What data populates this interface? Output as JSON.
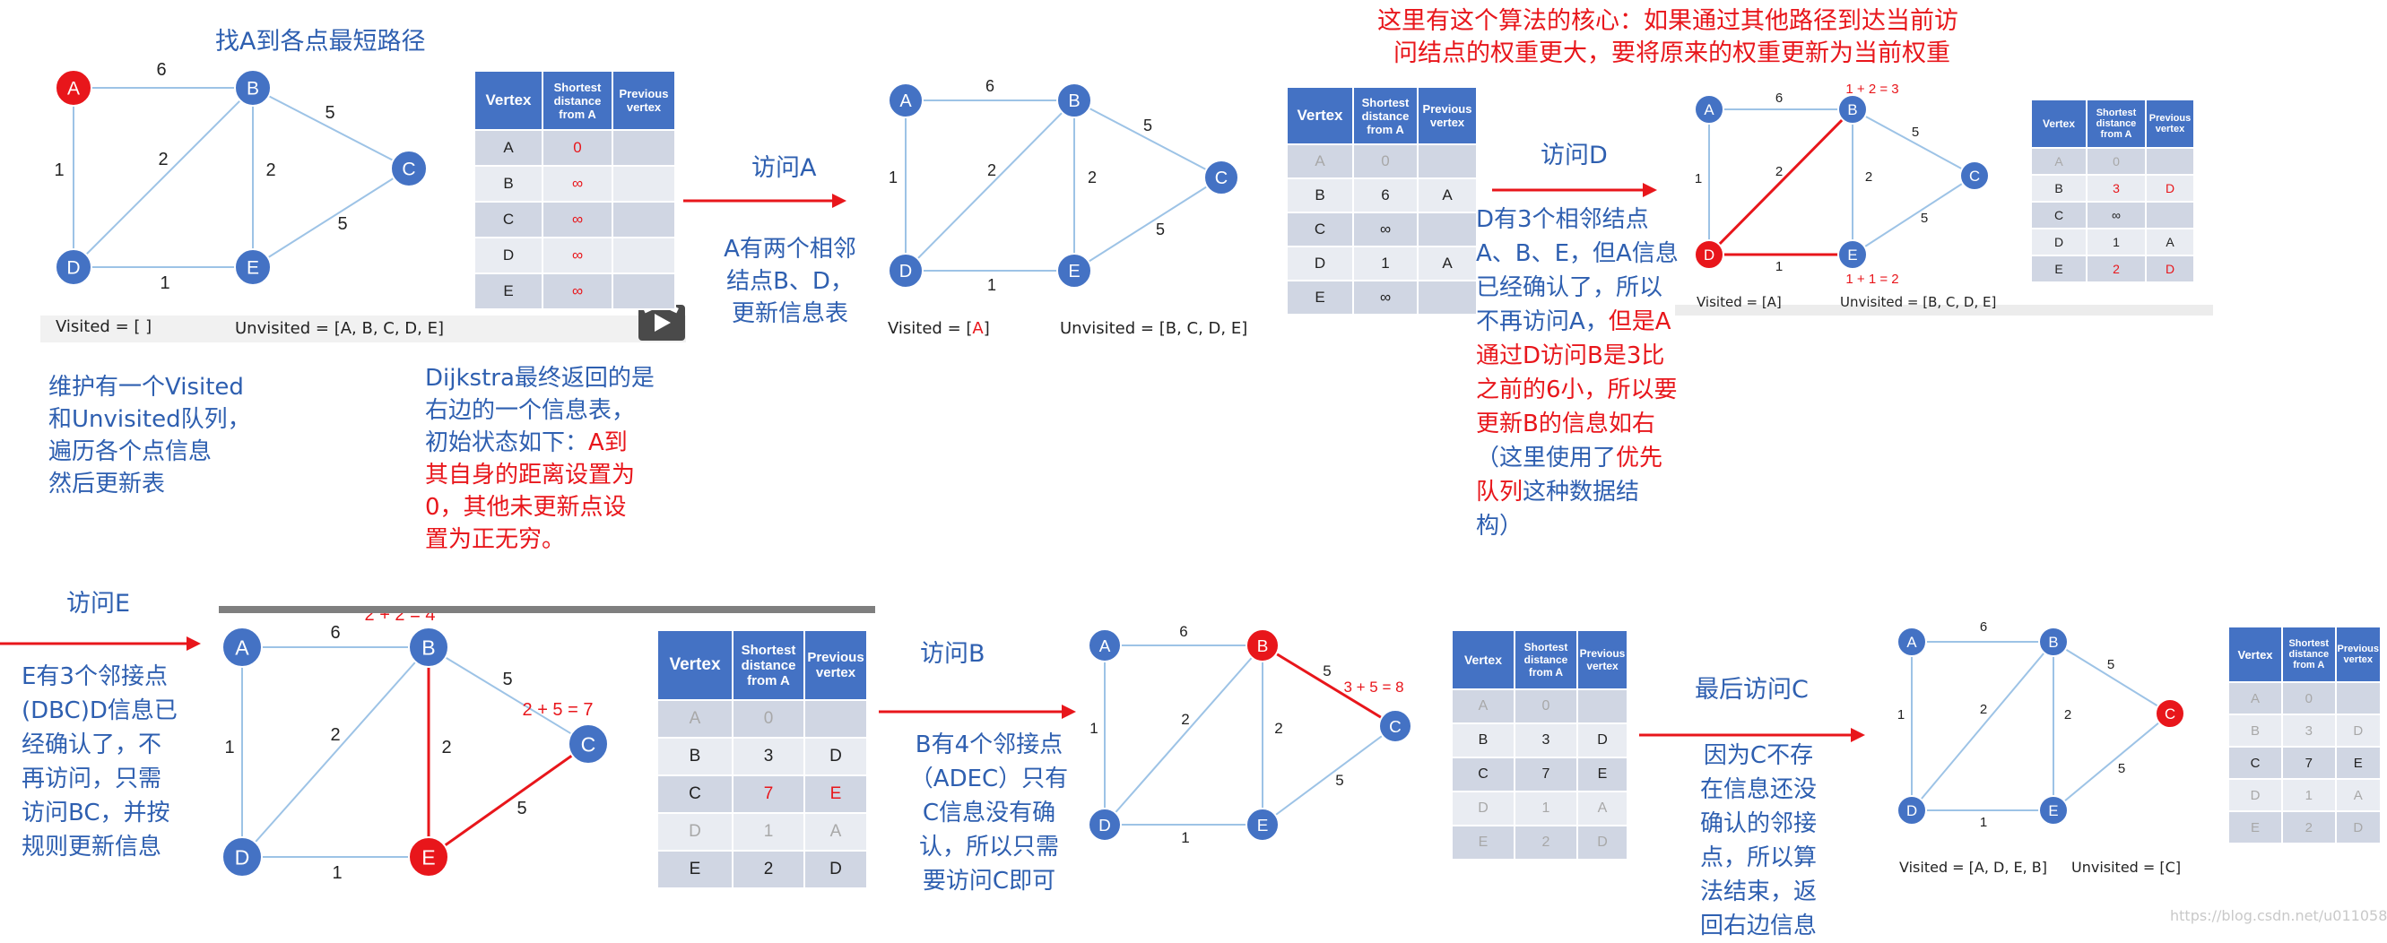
{
  "p1": {
    "title": "找A到各点最短路径",
    "visited": "Visited = [ ]",
    "unvisited": "Unvisited = [A, B, C, D, E]",
    "edges": [
      "6",
      "1",
      "2",
      "2",
      "5",
      "1",
      "5"
    ],
    "table": {
      "headers": [
        "Vertex",
        "Shortest distance from A",
        "Previous vertex"
      ],
      "rows": [
        [
          "A",
          "0",
          ""
        ],
        [
          "B",
          "∞",
          ""
        ],
        [
          "C",
          "∞",
          ""
        ],
        [
          "D",
          "∞",
          ""
        ],
        [
          "E",
          "∞",
          ""
        ]
      ]
    },
    "note_left": [
      "维护有一个Visited",
      "和Unvisited队列，",
      "遍历各个点信息",
      "然后更新表"
    ],
    "note_right_blue": [
      "Dijkstra最终返回的是",
      "右边的一个信息表，",
      "初始状态如下："
    ],
    "note_right_red_1": "A到",
    "note_right_red": [
      "其自身的距离设置为",
      "0，其他未更新点设",
      "置为正无穷。"
    ]
  },
  "arrow1": {
    "label": "访问A",
    "desc": [
      "A有两个相邻",
      "结点B、D，",
      "更新信息表"
    ]
  },
  "p2": {
    "visited_prefix": "Visited = [",
    "visited_item": "A",
    "visited_suffix": "]",
    "unvisited": "Unvisited = [B, C, D, E]",
    "table": {
      "rows": [
        [
          "A",
          "0",
          ""
        ],
        [
          "B",
          "6",
          "A"
        ],
        [
          "C",
          "∞",
          ""
        ],
        [
          "D",
          "1",
          "A"
        ],
        [
          "E",
          "∞",
          ""
        ]
      ]
    }
  },
  "top_note": [
    "这里有这个算法的核心：如果通过其他路径到达当前访",
    "问结点的权重更大，要将原来的权重更新为当前权重"
  ],
  "arrow2": {
    "label": "访问D"
  },
  "note_d": {
    "lines_blue": [
      "D有3个相邻结点",
      "A、B、E，但A信息",
      "已经确认了，所以",
      "不再访问A，"
    ],
    "red_1": "但是A",
    "red_2": "通过D访问B是3比",
    "red_3": "之前的6小，所以要",
    "red_4": "更新B的信息如右",
    "blue_5": "（这里使用了",
    "red_5": "优先",
    "red_6": "队列",
    "blue_6": "这种数据结",
    "blue_7": "构）"
  },
  "p3": {
    "ab_sum": "1 + 2 = 3",
    "de_sum": "1 + 1 = 2",
    "visited": "Visited = [A]",
    "unvisited": "Unvisited = [B, C, D, E]",
    "table": {
      "rows": [
        [
          "A",
          "0",
          ""
        ],
        [
          "B",
          "3",
          "D"
        ],
        [
          "C",
          "∞",
          ""
        ],
        [
          "D",
          "1",
          "A"
        ],
        [
          "E",
          "2",
          "D"
        ]
      ]
    }
  },
  "arrow3": {
    "label": "访问E",
    "desc": [
      "E有3个邻接点",
      "(DBC)D信息已",
      "经确认了，不",
      "再访问，只需",
      "访问BC，并按",
      "规则更新信息"
    ]
  },
  "p4": {
    "ab_sum": "2 + 2 = 4",
    "ec_sum": "2 + 5 = 7",
    "table": {
      "rows": [
        [
          "A",
          "0",
          ""
        ],
        [
          "B",
          "3",
          "D"
        ],
        [
          "C",
          "7",
          "E"
        ],
        [
          "D",
          "1",
          "A"
        ],
        [
          "E",
          "2",
          "D"
        ]
      ]
    }
  },
  "arrow4": {
    "label": "访问B",
    "desc": [
      "B有4个邻接点",
      "（ADEC）只有",
      "C信息没有确",
      "认，所以只需",
      "要访问C即可"
    ]
  },
  "p5": {
    "bc_sum": "3 + 5 = 8",
    "table": {
      "rows": [
        [
          "A",
          "0",
          ""
        ],
        [
          "B",
          "3",
          "D"
        ],
        [
          "C",
          "7",
          "E"
        ],
        [
          "D",
          "1",
          "A"
        ],
        [
          "E",
          "2",
          "D"
        ]
      ]
    }
  },
  "arrow5": {
    "label": "最后访问C",
    "desc": [
      "因为C不存",
      "在信息还没",
      "确认的邻接",
      "点，所以算",
      "法结束，返",
      "回右边信息"
    ]
  },
  "p6": {
    "visited": "Visited = [A, D, E, B]",
    "unvisited": "Unvisited = [C]",
    "table": {
      "rows": [
        [
          "A",
          "0",
          ""
        ],
        [
          "B",
          "3",
          "D"
        ],
        [
          "C",
          "7",
          "E"
        ],
        [
          "D",
          "1",
          "A"
        ],
        [
          "E",
          "2",
          "D"
        ]
      ]
    }
  },
  "watermark": "https://blog.csdn.net/u011058...",
  "colors": {
    "node": "#4472c4",
    "accent": "#e8161b",
    "text": "#2e5fb0",
    "edge": "#9dc3e6"
  }
}
